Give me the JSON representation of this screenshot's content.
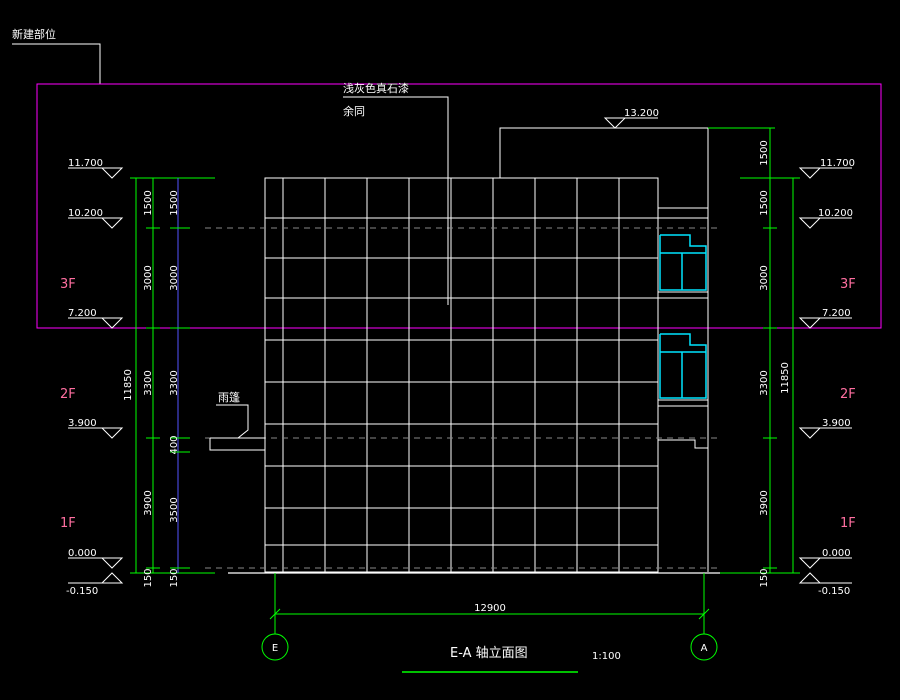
{
  "drawing": {
    "new_area_label": "新建部位",
    "material_note_line1": "浅灰色真石漆",
    "material_note_line2": "余同",
    "canopy_label": "雨篷",
    "title": "E-A 轴立面图",
    "scale": "1:100"
  },
  "floors": {
    "f3": "3F",
    "f2": "2F",
    "f1": "1F"
  },
  "levels": {
    "top": "13.200",
    "roof": "11.700",
    "l10": "10.200",
    "l3": "7.200",
    "l2": "3.900",
    "l0": "0.000",
    "ground": "-0.150"
  },
  "dims_left_outer": {
    "total": "11850",
    "d1": "1500",
    "d2": "3000",
    "d3": "3300",
    "d4": "3900",
    "d5": "150"
  },
  "dims_left_inner": {
    "d1": "1500",
    "d2": "3000",
    "d3": "3300",
    "d4": "400",
    "d5": "3500",
    "d6": "150"
  },
  "dims_right": {
    "total": "11850",
    "d0": "1500",
    "d1": "1500",
    "d2": "3000",
    "d3": "3300",
    "d4": "3900",
    "d5": "150"
  },
  "dims_bottom": {
    "width": "12900"
  },
  "axes": {
    "left": "E",
    "right": "A"
  },
  "colors": {
    "background": "#000000",
    "linework": "#ffffff",
    "dimension": "#00ff00",
    "new_area_box": "#ff00ff",
    "floor_label": "#ff6fa0",
    "window": "#00e5ff",
    "inner_dim": "#5555ff"
  }
}
